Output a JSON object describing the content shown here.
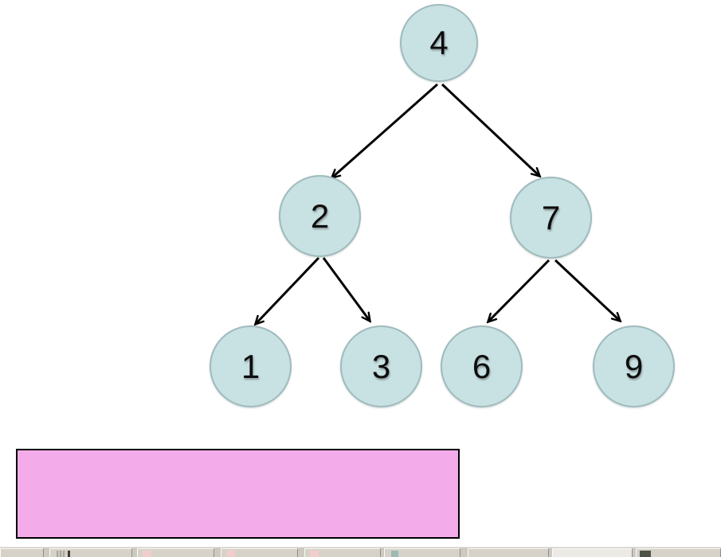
{
  "diagram": {
    "type": "binary-tree",
    "description": "Binary search tree with root 4",
    "nodes": [
      {
        "id": "4",
        "label": "4",
        "level": 0
      },
      {
        "id": "2",
        "label": "2",
        "level": 1
      },
      {
        "id": "7",
        "label": "7",
        "level": 1
      },
      {
        "id": "1",
        "label": "1",
        "level": 2
      },
      {
        "id": "3",
        "label": "3",
        "level": 2
      },
      {
        "id": "6",
        "label": "6",
        "level": 2
      },
      {
        "id": "9",
        "label": "9",
        "level": 2
      }
    ],
    "edges": [
      {
        "from": "4",
        "to": "2"
      },
      {
        "from": "4",
        "to": "7"
      },
      {
        "from": "2",
        "to": "1"
      },
      {
        "from": "2",
        "to": "3"
      },
      {
        "from": "7",
        "to": "6"
      },
      {
        "from": "7",
        "to": "9"
      }
    ],
    "colors": {
      "node_fill": "#c8e1e3",
      "node_border": "#a0bbbd",
      "arrow": "#000000",
      "label_text": "#0d0d0d"
    }
  },
  "pink_box": {
    "fill": "#f3abe9",
    "border": "#000000",
    "text": ""
  },
  "taskbar": {
    "background": "#cdc9c1",
    "buttons": [
      {
        "icon": "none",
        "active": false
      },
      {
        "icon": "window-icon",
        "active": false
      },
      {
        "icon": "pink-app-icon",
        "active": false
      },
      {
        "icon": "pink-app-icon",
        "active": false
      },
      {
        "icon": "pink-app-icon",
        "active": false
      },
      {
        "icon": "teal-app-icon",
        "active": false
      },
      {
        "icon": "none",
        "active": false
      },
      {
        "icon": "none",
        "active": true
      },
      {
        "icon": "dark-app-icon",
        "active": false
      }
    ]
  }
}
